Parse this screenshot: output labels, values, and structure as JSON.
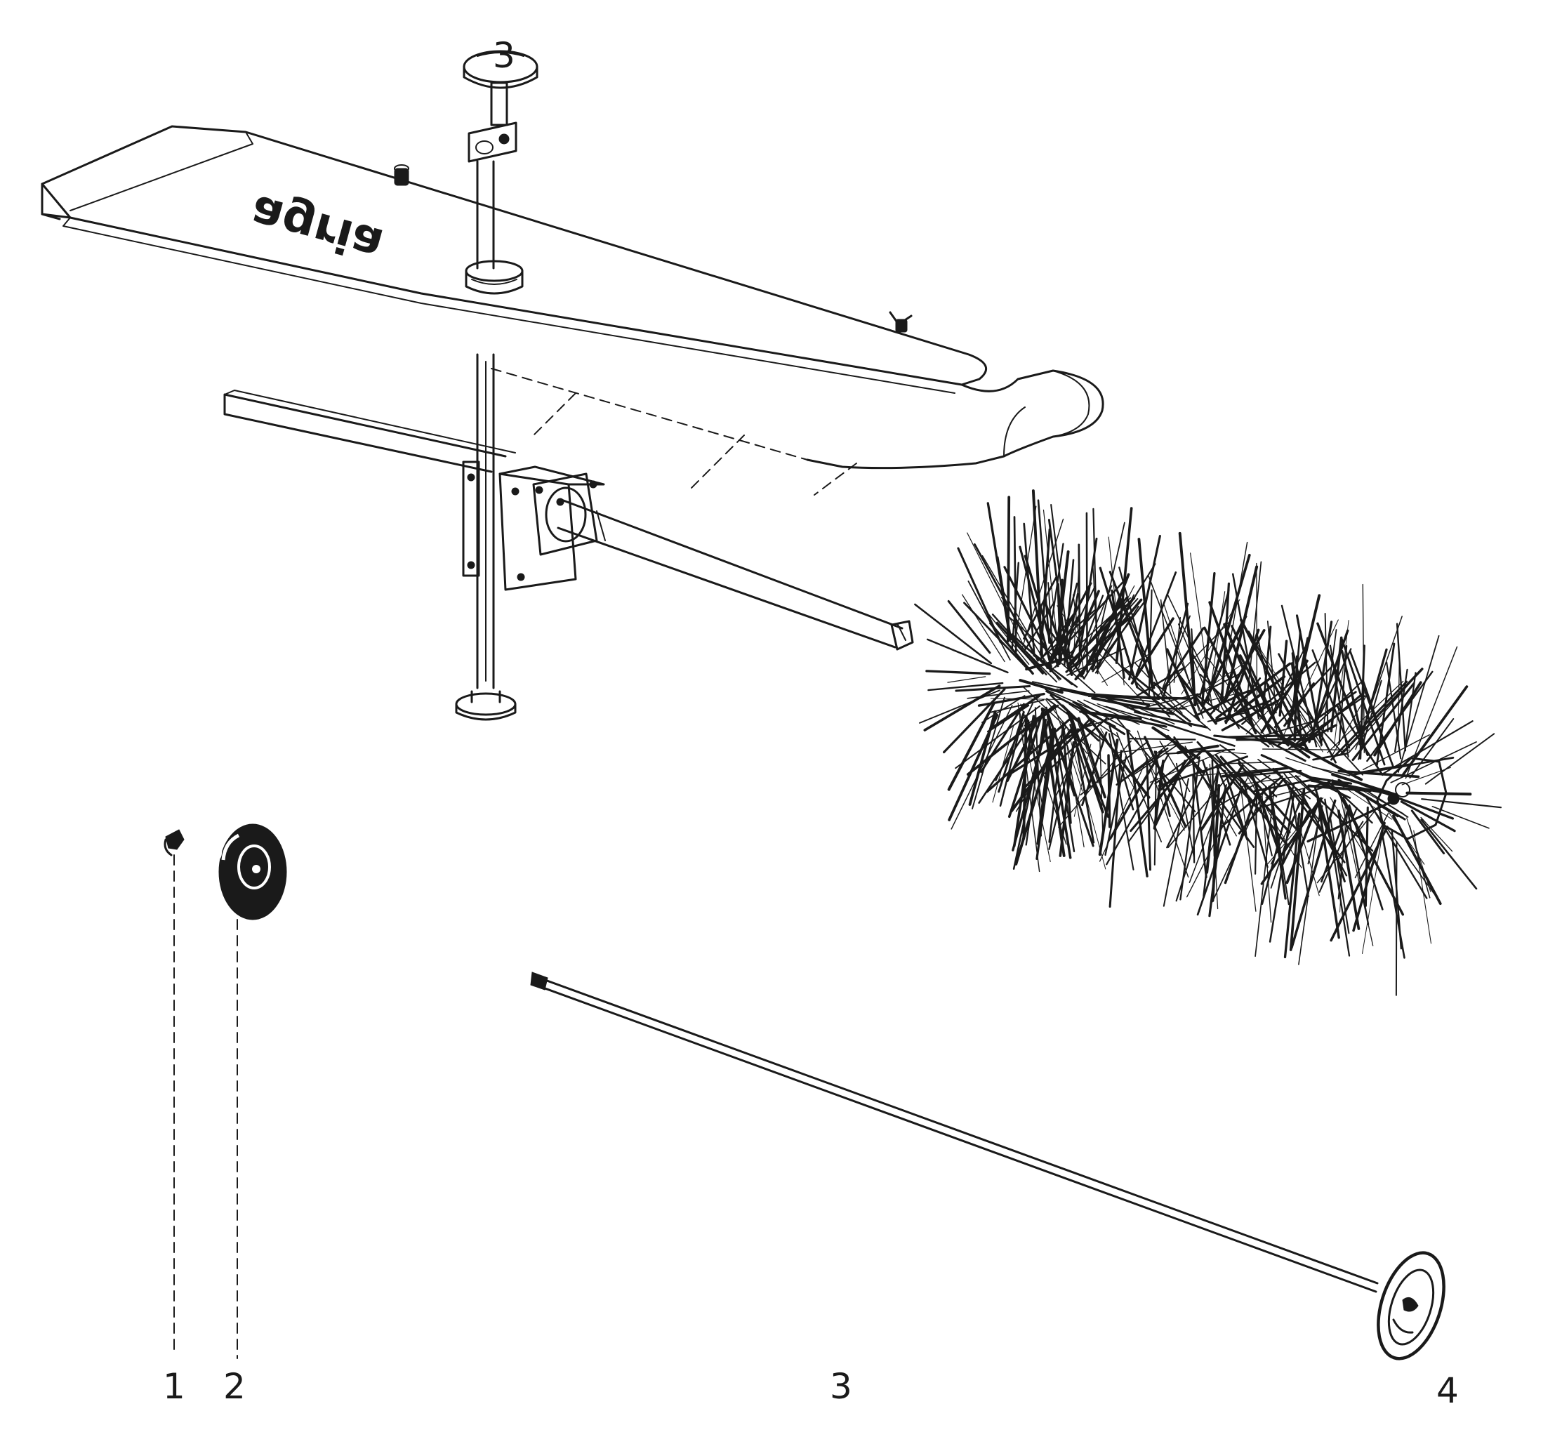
{
  "brand_logo": "agria",
  "part_labels": [
    "1",
    "2",
    "3",
    "4"
  ],
  "knob_number": "3"
}
